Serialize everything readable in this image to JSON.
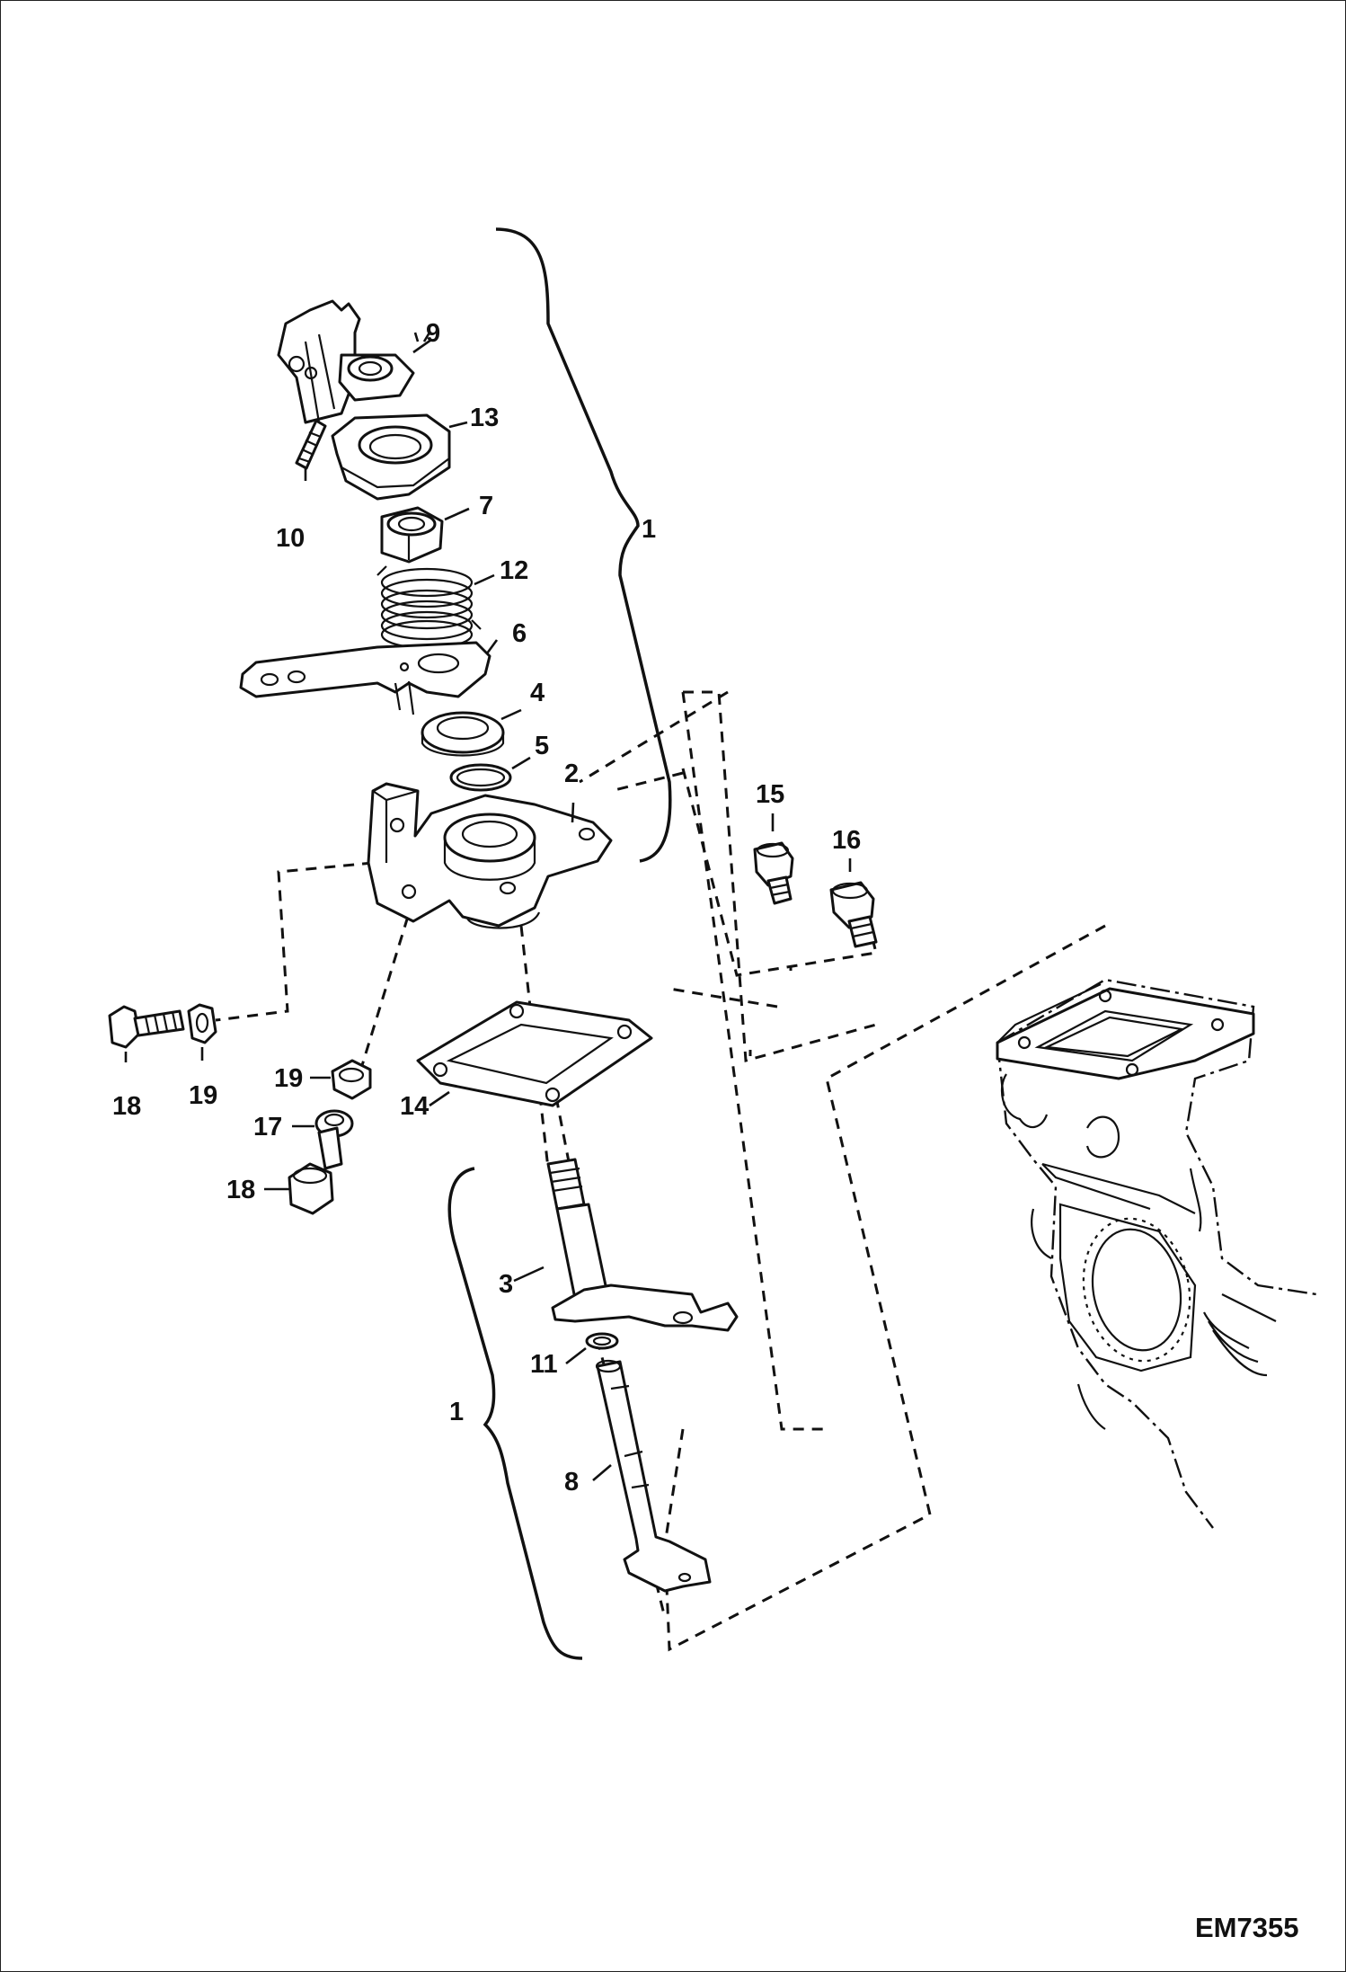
{
  "drawing_code": "EM7355",
  "callouts": {
    "c1_top": "1",
    "c1_bottom": "1",
    "c2": "2",
    "c3": "3",
    "c4": "4",
    "c5": "5",
    "c6": "6",
    "c7": "7",
    "c8": "8",
    "c9": "9",
    "c10": "10",
    "c11": "11",
    "c12": "12",
    "c13": "13",
    "c14": "14",
    "c15": "15",
    "c16": "16",
    "c17": "17",
    "c18_left": "18",
    "c18_lower": "18",
    "c19_left": "19",
    "c19_lower": "19"
  }
}
